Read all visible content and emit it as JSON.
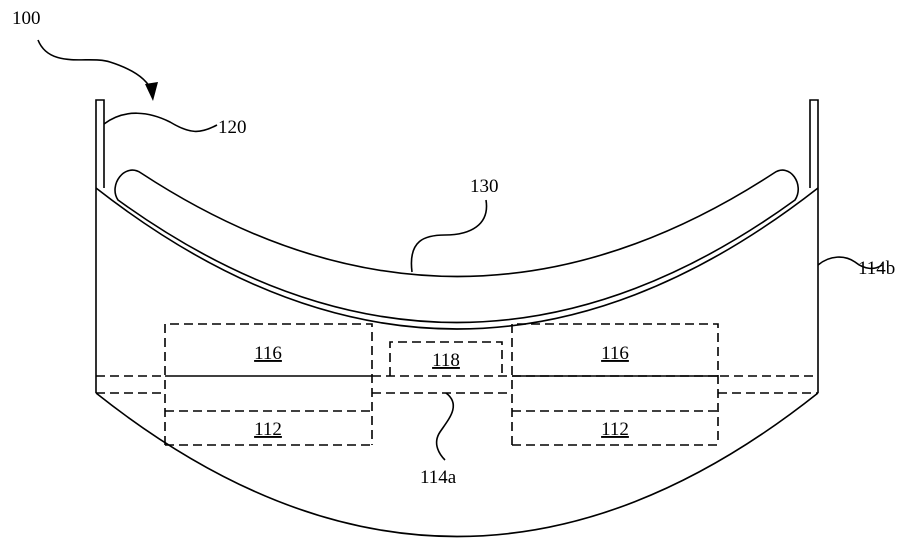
{
  "labels": {
    "device": "100",
    "frame": "120",
    "lens": "130",
    "housing_side": "114b",
    "housing_base": "114a",
    "component_116_left": "116",
    "component_118": "118",
    "component_116_right": "116",
    "component_112_left": "112",
    "component_112_right": "112"
  }
}
